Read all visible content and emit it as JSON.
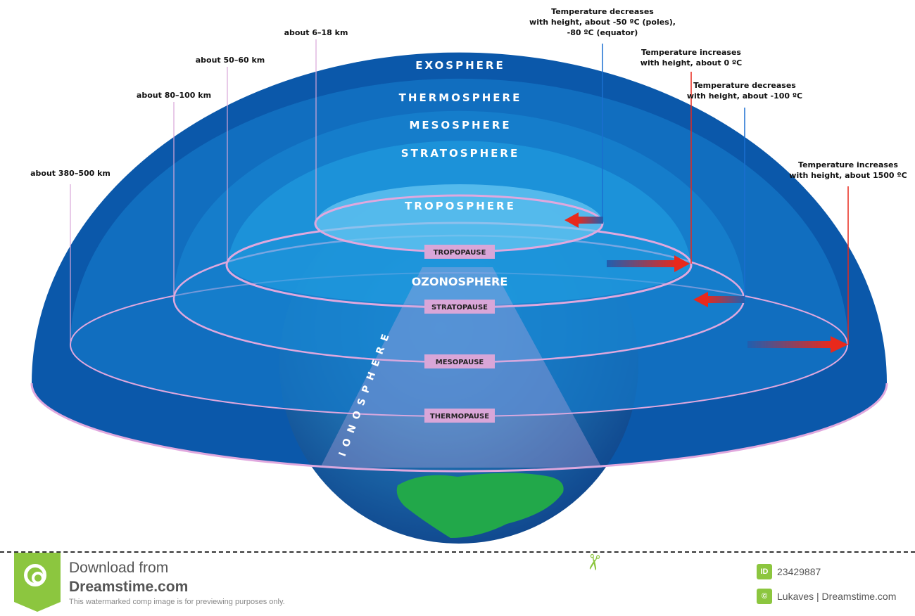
{
  "layers": {
    "exosphere": "EXOSPHERE",
    "thermosphere": "THERMOSPHERE",
    "mesosphere": "MESOSPHERE",
    "stratosphere": "STRATOSPHERE",
    "troposphere": "TROPOSPHERE",
    "ozonosphere": "OZONOSPHERE",
    "ionosphere": "IONOSPHERE"
  },
  "boundaries": {
    "tropopause": "TROPOPAUSE",
    "stratopause": "STRATOPAUSE",
    "mesopause": "MESOPAUSE",
    "thermopause": "THERMOPAUSE"
  },
  "heights": {
    "troposphere": "about 6–18 km",
    "stratosphere": "about 50–60 km",
    "mesosphere": "about 80–100 km",
    "thermosphere": "about 380–500 km"
  },
  "temperatures": {
    "troposphere": [
      "Temperature decreases",
      "with height, about -50 ºC (poles),",
      "-80 ºC (equator)"
    ],
    "stratosphere": [
      "Temperature increases",
      "with height, about 0 ºC"
    ],
    "mesosphere": [
      "Temperature decreases",
      "with height, about -100 ºC"
    ],
    "thermosphere": [
      "Temperature increases",
      "with height, about 1500 ºC"
    ]
  },
  "colors": {
    "exosphere": "#0b58aa",
    "accent_green": "#8cc63f",
    "pause_label": "#d9a6d8",
    "warm": "#e8291c"
  },
  "footer": {
    "download_from": "Download from",
    "site": "Dreamstime.com",
    "notice": "This watermarked comp image is for previewing purposes only.",
    "id_badge": "ID",
    "id": "23429887",
    "copyright_badge": "©",
    "credit": "Lukaves | Dreamstime.com"
  }
}
